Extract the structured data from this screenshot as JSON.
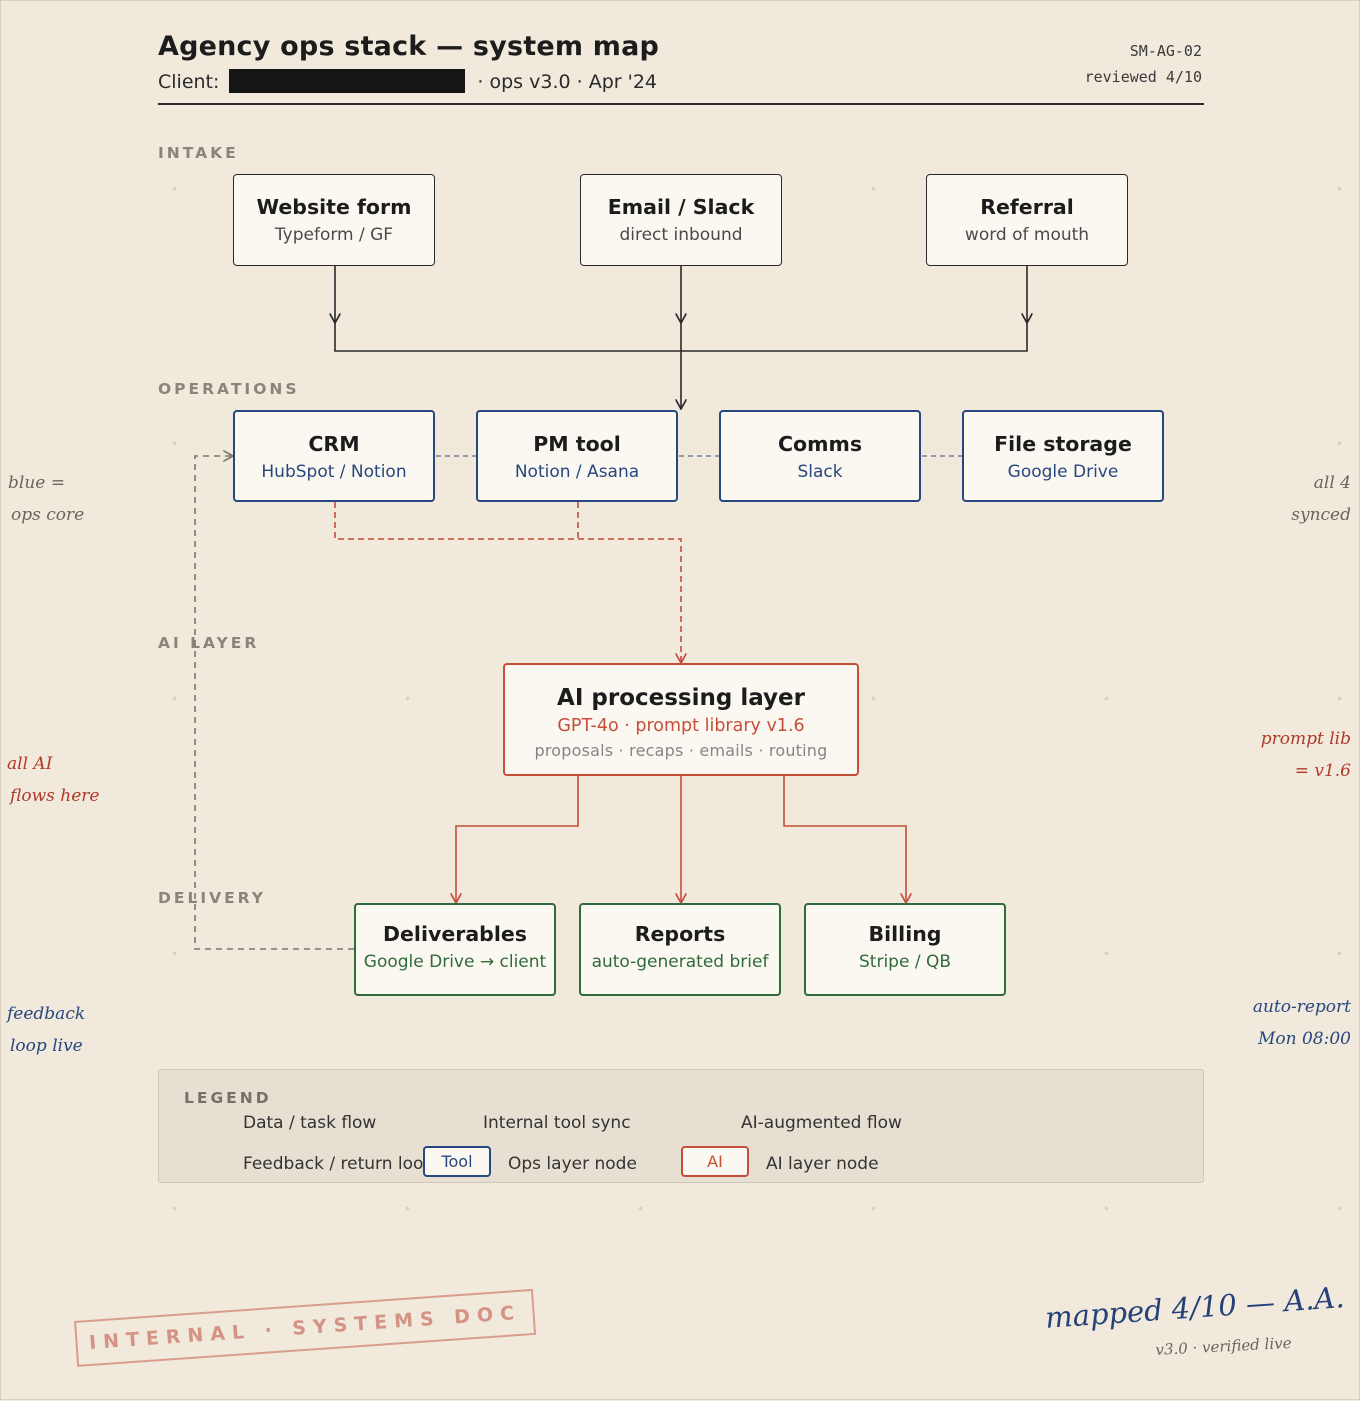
{
  "header": {
    "title": "Agency ops stack — system map",
    "client_label": "Client:",
    "client_meta": "· ops v3.0 · Apr '24",
    "doc_id": "SM-AG-02",
    "reviewed": "reviewed 4/10"
  },
  "sections": {
    "intake": "INTAKE",
    "operations": "OPERATIONS",
    "ai_layer": "AI LAYER",
    "delivery": "DELIVERY"
  },
  "nodes": {
    "website_form": {
      "title": "Website form",
      "sub": "Typeform / GF"
    },
    "email_slack": {
      "title": "Email / Slack",
      "sub": "direct inbound"
    },
    "referral": {
      "title": "Referral",
      "sub": "word of mouth"
    },
    "crm": {
      "title": "CRM",
      "sub": "HubSpot / Notion"
    },
    "pm_tool": {
      "title": "PM tool",
      "sub": "Notion / Asana"
    },
    "comms": {
      "title": "Comms",
      "sub": "Slack"
    },
    "file_storage": {
      "title": "File storage",
      "sub": "Google Drive"
    },
    "ai": {
      "title": "AI processing layer",
      "sub": "GPT-4o · prompt library v1.6",
      "sub2": "proposals · recaps · emails · routing"
    },
    "deliverables": {
      "title": "Deliverables",
      "sub": "Google Drive → client"
    },
    "reports": {
      "title": "Reports",
      "sub": "auto-generated brief"
    },
    "billing": {
      "title": "Billing",
      "sub": "Stripe / QB"
    }
  },
  "legend": {
    "title": "LEGEND",
    "data_flow": "Data / task flow",
    "internal_sync": "Internal tool sync",
    "ai_flow": "AI-augmented flow",
    "feedback": "Feedback / return loop",
    "tool_chip": "Tool",
    "ops_node": "Ops layer node",
    "ai_chip": "AI",
    "ai_node": "AI layer node"
  },
  "notes": {
    "blue_core_1": "blue =",
    "blue_core_2": "ops core",
    "all_synced_1": "all 4",
    "all_synced_2": "synced",
    "all_ai_1": "all AI",
    "all_ai_2": "flows here",
    "prompt_lib_1": "prompt lib",
    "prompt_lib_2": "= v1.6",
    "feedback_1": "feedback",
    "feedback_2": "loop live",
    "auto_report_1": "auto-report",
    "auto_report_2": "Mon 08:00"
  },
  "stamp": "INTERNAL · SYSTEMS DOC",
  "signature": "mapped 4/10 — A.A.",
  "signature_sub": "v3.0 · verified live",
  "colors": {
    "background": "#f0e9dc",
    "ops_blue": "#27477f",
    "ai_red": "#c64e3a",
    "delivery_green": "#2f6b3c",
    "section_gray": "#8b8478"
  }
}
